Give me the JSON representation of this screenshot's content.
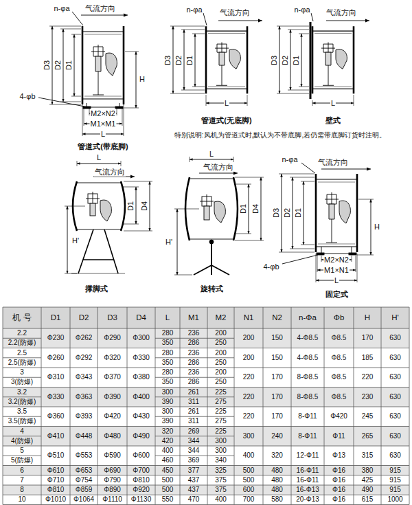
{
  "diagram": {
    "labels": [
      "n-φa",
      "气流方向",
      "D3",
      "D2",
      "D1",
      "H",
      "4-φb",
      "M2×N2",
      "M1×M1",
      "L",
      "管道式(带底脚)",
      "n-φa",
      "气流方向",
      "D3",
      "D2",
      "D1",
      "L",
      "管道式(无底脚)",
      "n-φa",
      "气流方向",
      "D3",
      "D2",
      "D1",
      "L",
      "壁式",
      "特别说明:风机为管道式时,默认为不带底脚,若仍需带底脚订货时注明。",
      "L",
      "气流方向",
      "D1",
      "D4",
      "H'",
      "撑脚式",
      "L",
      "气流方向",
      "D1",
      "D4",
      "H'",
      "旋转式",
      "n-φa",
      "气流方向",
      "D3",
      "D2",
      "D1",
      "H",
      "4-φb",
      "M2×N2",
      "M1×N1",
      "L",
      "固定式",
      "机 号",
      "D1",
      "D2",
      "D3",
      "D4",
      "L",
      "M1",
      "M2",
      "N1",
      "N2",
      "n-Φa",
      "Φb",
      "H",
      "H'",
      "2.2",
      "2.2(防爆)",
      "Φ230",
      "Φ262",
      "Φ290",
      "Φ300",
      "280",
      "350",
      "236",
      "286",
      "200",
      "250",
      "200",
      "150",
      "4-Φ8.5",
      "Φ8.5",
      "170",
      "630",
      "2.5",
      "2.5(防爆)",
      "Φ260",
      "Φ292",
      "Φ320",
      "Φ330",
      "280",
      "350",
      "236",
      "286",
      "200",
      "250",
      "200",
      "150",
      "4-Φ8.5",
      "Φ8.5",
      "185",
      "630",
      "3",
      "3(防爆)",
      "Φ310",
      "Φ343",
      "Φ370",
      "Φ380",
      "280",
      "350",
      "236",
      "286",
      "200",
      "250",
      "220",
      "170",
      "8-Φ8.5",
      "Φ8.5",
      "220",
      "630",
      "3.2",
      "3.2(防爆)",
      "Φ330",
      "Φ363",
      "Φ390",
      "Φ400",
      "300",
      "390",
      "261",
      "311",
      "225",
      "275",
      "220",
      "170",
      "8-Φ8.5",
      "Φ8.5",
      "230",
      "630",
      "3.5",
      "3.5(防爆)",
      "Φ360",
      "Φ393",
      "Φ420",
      "Φ430",
      "300",
      "390",
      "261",
      "311",
      "225",
      "275",
      "220",
      "170",
      "8-Φ11",
      "Φ420",
      "245",
      "630",
      "4",
      "4(防爆)",
      "Φ410",
      "Φ448",
      "Φ480",
      "Φ490",
      "320",
      "420",
      "269",
      "344",
      "225",
      "300",
      "300",
      "240",
      "8-Φ11",
      "Φ11",
      "265",
      "630",
      "5",
      "5(防爆)",
      "Φ510",
      "Φ553",
      "Φ590",
      "Φ600",
      "400",
      "460",
      "344",
      "369",
      "300",
      "340",
      "400",
      "320",
      "12-Φ11",
      "Φ13",
      "315",
      "630",
      "6",
      "Φ610",
      "Φ653",
      "Φ690",
      "Φ700",
      "450",
      "377",
      "325",
      "500",
      "480",
      "16-Φ11",
      "Φ16",
      "380",
      "915",
      "7",
      "Φ710",
      "Φ754",
      "Φ790",
      "Φ810",
      "500",
      "437",
      "375",
      "500",
      "480",
      "16-Φ11",
      "Φ16",
      "425",
      "915",
      "8",
      "Φ810",
      "Φ859",
      "Φ890",
      "Φ920",
      "500",
      "437",
      "375",
      "600",
      "480",
      "16-Φ13",
      "Φ16",
      "490",
      "915",
      "10",
      "Φ1010",
      "Φ1064",
      "Φ1110",
      "Φ1130",
      "550",
      "470",
      "400",
      "700",
      "580",
      "20-Φ13",
      "Φ16",
      "615",
      "1000"
    ]
  }
}
